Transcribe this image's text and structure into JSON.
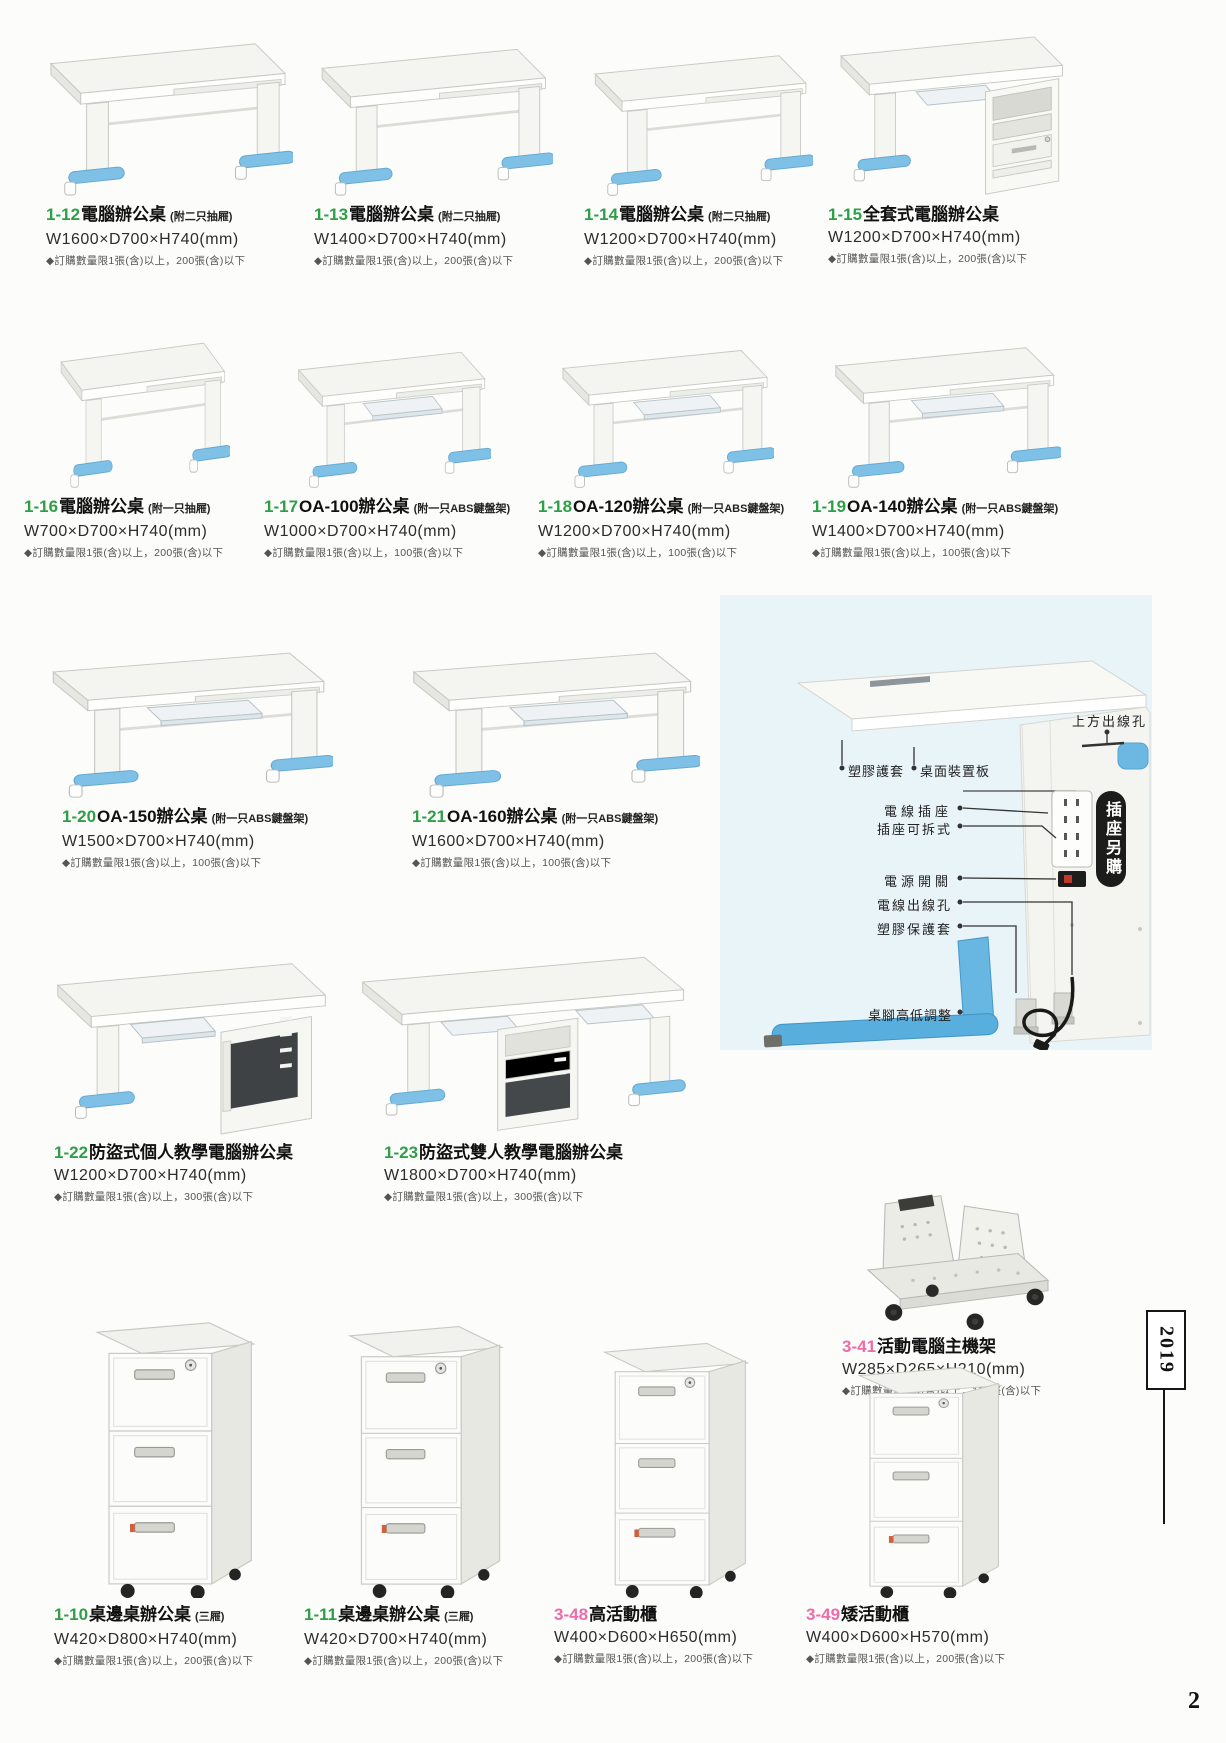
{
  "page": {
    "number": "2",
    "year_tab": "2019"
  },
  "colors": {
    "accent_green": "#2f9e48",
    "accent_pink": "#ee6ba8",
    "leg_blue": "#7fc0e6",
    "diagram_bg": "#e9f4f9"
  },
  "products": [
    {
      "code": "1-12",
      "name": "電腦辦公桌",
      "tag": "(附二只抽屜)",
      "dims": "W1600×D700×H740(mm)",
      "note": "◆訂購數量限1張(含)以上，200張(含)以下"
    },
    {
      "code": "1-13",
      "name": "電腦辦公桌",
      "tag": "(附二只抽屜)",
      "dims": "W1400×D700×H740(mm)",
      "note": "◆訂購數量限1張(含)以上，200張(含)以下"
    },
    {
      "code": "1-14",
      "name": "電腦辦公桌",
      "tag": "(附二只抽屜)",
      "dims": "W1200×D700×H740(mm)",
      "note": "◆訂購數量限1張(含)以上，200張(含)以下"
    },
    {
      "code": "1-15",
      "name": "全套式電腦辦公桌",
      "dims": "W1200×D700×H740(mm)",
      "note": "◆訂購數量限1張(含)以上，200張(含)以下"
    },
    {
      "code": "1-16",
      "name": "電腦辦公桌",
      "tag": "(附一只抽屜)",
      "dims": "W700×D700×H740(mm)",
      "note": "◆訂購數量限1張(含)以上，200張(含)以下"
    },
    {
      "code": "1-17",
      "name": "OA-100辦公桌",
      "tag": "(附一只ABS鍵盤架)",
      "dims": "W1000×D700×H740(mm)",
      "note": "◆訂購數量限1張(含)以上，100張(含)以下"
    },
    {
      "code": "1-18",
      "name": "OA-120辦公桌",
      "tag": "(附一只ABS鍵盤架)",
      "dims": "W1200×D700×H740(mm)",
      "note": "◆訂購數量限1張(含)以上，100張(含)以下"
    },
    {
      "code": "1-19",
      "name": "OA-140辦公桌",
      "tag": "(附一只ABS鍵盤架)",
      "dims": "W1400×D700×H740(mm)",
      "note": "◆訂購數量限1張(含)以上，100張(含)以下"
    },
    {
      "code": "1-20",
      "name": "OA-150辦公桌",
      "tag": "(附一只ABS鍵盤架)",
      "dims": "W1500×D700×H740(mm)",
      "note": "◆訂購數量限1張(含)以上，100張(含)以下"
    },
    {
      "code": "1-21",
      "name": "OA-160辦公桌",
      "tag": "(附一只ABS鍵盤架)",
      "dims": "W1600×D700×H740(mm)",
      "note": "◆訂購數量限1張(含)以上，100張(含)以下"
    },
    {
      "code": "1-22",
      "name": "防盜式個人教學電腦辦公桌",
      "dims": "W1200×D700×H740(mm)",
      "note": "◆訂購數量限1張(含)以上，300張(含)以下"
    },
    {
      "code": "1-23",
      "name": "防盜式雙人教學電腦辦公桌",
      "dims": "W1800×D700×H740(mm)",
      "note": "◆訂購數量限1張(含)以上，300張(含)以下"
    },
    {
      "code": "3-41",
      "name": "活動電腦主機架",
      "dims": "W285×D265×H210(mm)",
      "note": "◆訂購數量限1張(含)以上，100張(含)以下"
    },
    {
      "code": "1-10",
      "name": "桌邊桌辦公桌",
      "tag": "(三屜)",
      "dims": "W420×D800×H740(mm)",
      "note": "◆訂購數量限1張(含)以上，200張(含)以下"
    },
    {
      "code": "1-11",
      "name": "桌邊桌辦公桌",
      "tag": "(三屜)",
      "dims": "W420×D700×H740(mm)",
      "note": "◆訂購數量限1張(含)以上，200張(含)以下"
    },
    {
      "code": "3-48",
      "name": "高活動櫃",
      "dims": "W400×D600×H650(mm)",
      "note": "◆訂購數量限1張(含)以上，200張(含)以下"
    },
    {
      "code": "3-49",
      "name": "矮活動櫃",
      "dims": "W400×D600×H570(mm)",
      "note": "◆訂購數量限1張(含)以上，200張(含)以下"
    }
  ],
  "diagram": {
    "labels": {
      "top_hole": "上方出線孔",
      "sleeve": "塑膠護套",
      "board": "桌面裝置板",
      "socket": "電線插座",
      "socket_removable": "插座可拆式",
      "power_switch": "電源開關",
      "cable_hole": "電線出線孔",
      "protect_sleeve": "塑膠保護套",
      "leg_adjust": "桌腳高低調整",
      "badge": "插座另購"
    }
  }
}
